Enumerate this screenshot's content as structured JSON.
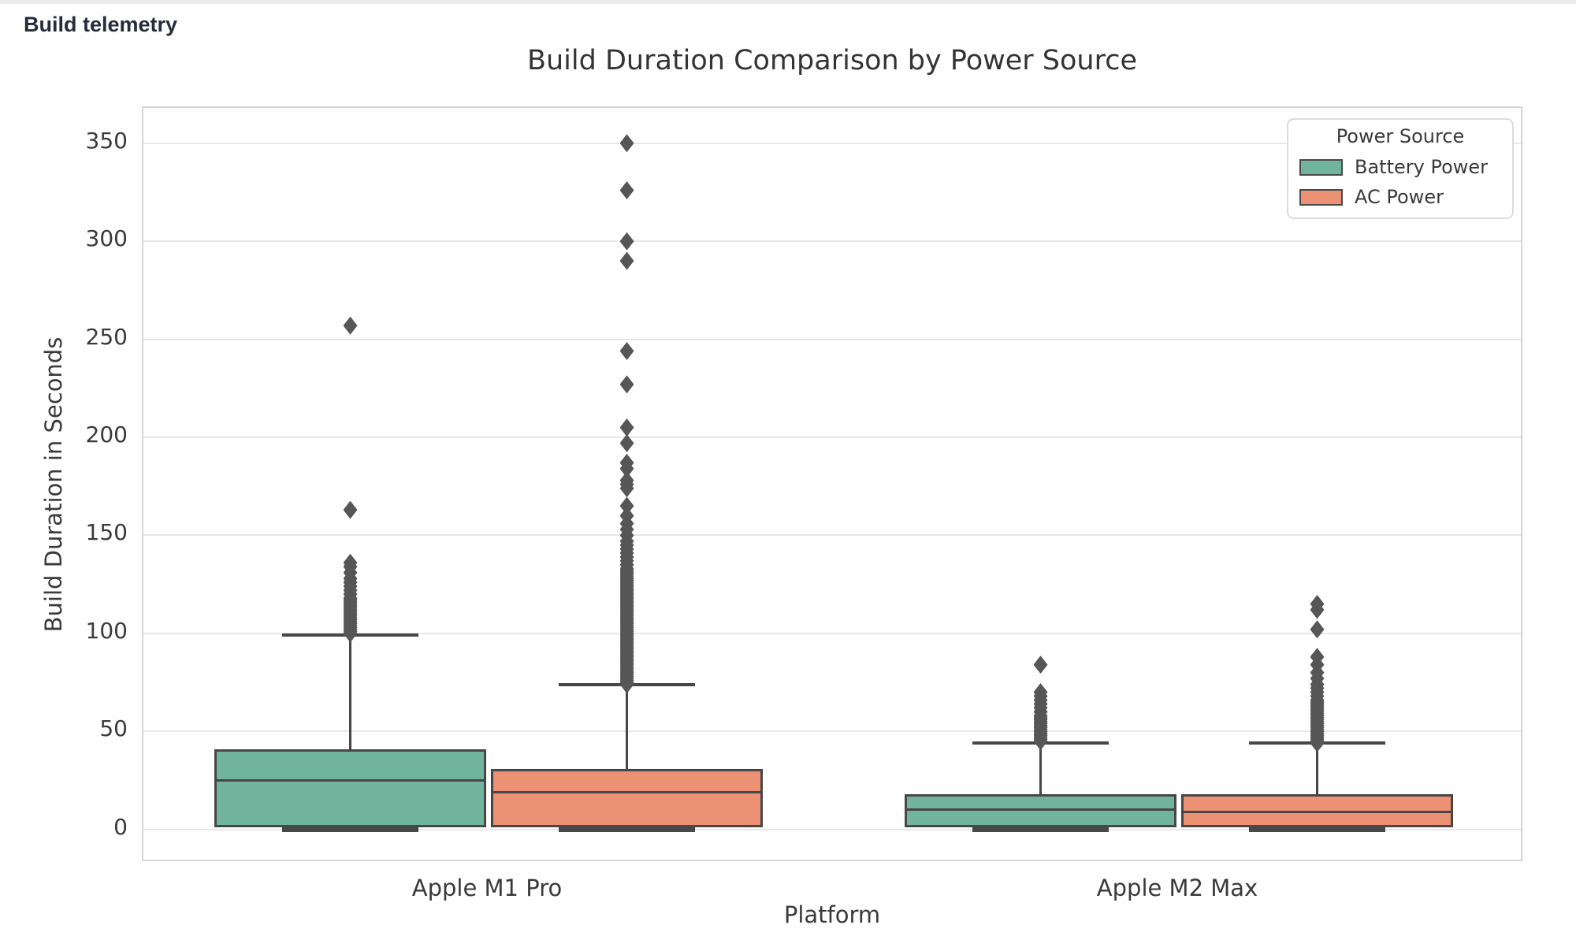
{
  "page": {
    "header_label": "Build telemetry"
  },
  "chart_data": {
    "type": "boxplot",
    "title": "Build Duration Comparison by Power Source",
    "xlabel": "Platform",
    "ylabel": "Build Duration in Seconds",
    "categories": [
      "Apple M1 Pro",
      "Apple M2 Max"
    ],
    "yticks": [
      0,
      50,
      100,
      150,
      200,
      250,
      300,
      350
    ],
    "ylim": [
      -17,
      368
    ],
    "grid": true,
    "legend": {
      "title": "Power Source",
      "position": "upper right",
      "entries": [
        {
          "label": "Battery Power",
          "color": "#71b49e"
        },
        {
          "label": "AC Power",
          "color": "#ec9173"
        }
      ]
    },
    "series": [
      {
        "name": "Battery Power",
        "color": "#71b49e",
        "boxes": [
          {
            "category": "Apple M1 Pro",
            "q1": 1,
            "median": 25,
            "q3": 41,
            "whisker_low": 0,
            "whisker_high": 99,
            "outliers": [
              100,
              101,
              102,
              103,
              104,
              105,
              106,
              107,
              108,
              109,
              110,
              111,
              112,
              113,
              114,
              115,
              116,
              117,
              118,
              120,
              122,
              124,
              126,
              128,
              131,
              134,
              136,
              163,
              257
            ]
          },
          {
            "category": "Apple M2 Max",
            "q1": 1,
            "median": 10,
            "q3": 18,
            "whisker_low": 0,
            "whisker_high": 44,
            "outliers": [
              45,
              46,
              47,
              48,
              49,
              50,
              51,
              52,
              53,
              54,
              55,
              56,
              57,
              58,
              60,
              62,
              64,
              66,
              68,
              70,
              84
            ]
          }
        ]
      },
      {
        "name": "AC Power",
        "color": "#ec9173",
        "boxes": [
          {
            "category": "Apple M1 Pro",
            "q1": 1,
            "median": 19,
            "q3": 31,
            "whisker_low": 0,
            "whisker_high": 74,
            "outliers": [
              74,
              75,
              76,
              77,
              78,
              79,
              80,
              81,
              82,
              83,
              84,
              85,
              86,
              87,
              88,
              89,
              90,
              91,
              92,
              93,
              94,
              95,
              96,
              97,
              98,
              99,
              100,
              101,
              102,
              103,
              104,
              105,
              106,
              107,
              108,
              109,
              110,
              111,
              112,
              113,
              114,
              115,
              116,
              117,
              118,
              119,
              120,
              121,
              122,
              123,
              124,
              125,
              126,
              127,
              128,
              129,
              130,
              131,
              132,
              133,
              135,
              137,
              139,
              141,
              143,
              145,
              147,
              150,
              153,
              156,
              160,
              165,
              174,
              176,
              178,
              184,
              187,
              197,
              205,
              227,
              244,
              290,
              300,
              326,
              350
            ]
          },
          {
            "category": "Apple M2 Max",
            "q1": 1,
            "median": 9,
            "q3": 18,
            "whisker_low": 0,
            "whisker_high": 44,
            "outliers": [
              44,
              45,
              46,
              47,
              48,
              49,
              50,
              51,
              52,
              53,
              54,
              55,
              56,
              57,
              58,
              59,
              60,
              61,
              62,
              63,
              64,
              65,
              66,
              68,
              70,
              72,
              74,
              77,
              80,
              84,
              88,
              102,
              112,
              115
            ]
          }
        ]
      }
    ],
    "style": {
      "box_edge": "#474747",
      "outlier_color": "#565656",
      "grid_color": "#e8e8e8",
      "spine_color": "#d6d6d6",
      "text_color": "#3a3a3a"
    }
  }
}
